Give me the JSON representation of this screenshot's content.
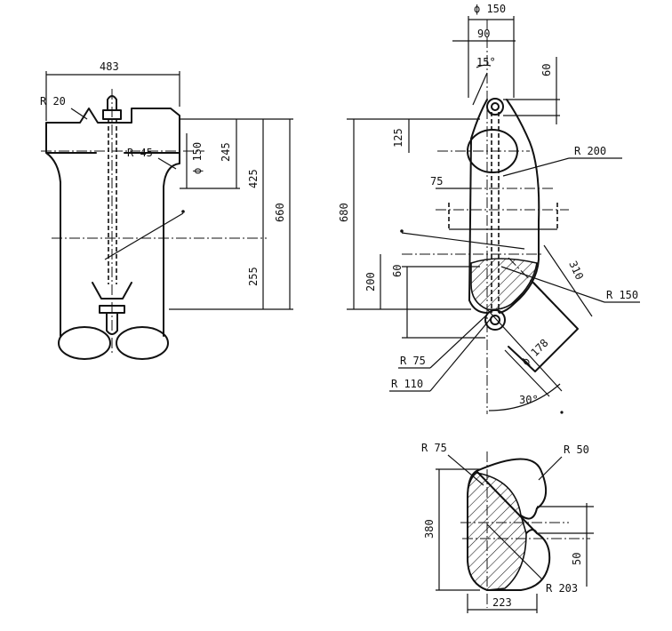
{
  "front_view": {
    "dim_width": "483",
    "radius_top_corner": "R 20",
    "radius_neck": "R 45",
    "dia_pipe": "ϕ 150",
    "dim_245": "245",
    "dim_425": "425",
    "dim_660": "660",
    "dim_255": "255"
  },
  "side_view": {
    "dia_top": "ϕ 150",
    "dim_90": "90",
    "angle_15": "15°",
    "dim_60_top": "60",
    "dim_125": "125",
    "radius_200": "R 200",
    "dim_75": "75",
    "dim_680": "680",
    "dim_200": "200",
    "dim_60_mid": "60",
    "dim_310": "310",
    "radius_150": "R 150",
    "radius_75": "R 75",
    "radius_110": "R 110",
    "dia_178": "ϕ 178",
    "angle_30": "30°"
  },
  "section_view": {
    "radius_75": "R 75",
    "radius_50": "R 50",
    "dim_380": "380",
    "dim_50": "50",
    "radius_203": "R 203",
    "dim_223": "223"
  }
}
